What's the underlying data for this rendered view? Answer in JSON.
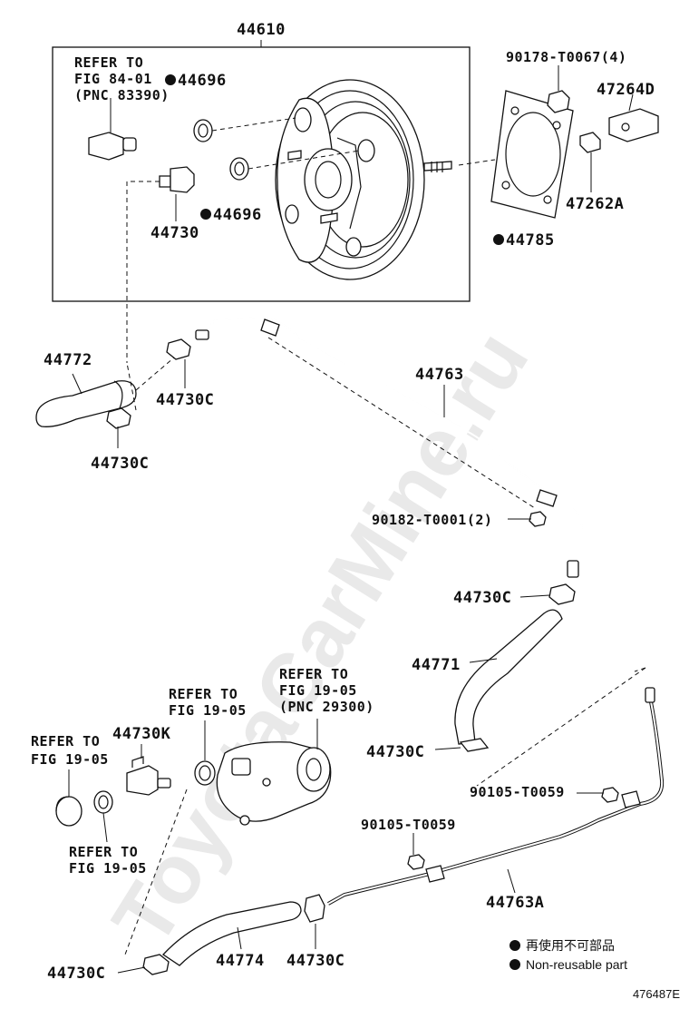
{
  "watermark": "ToyotaCarMine.ru",
  "figure_id": "476487E",
  "legend": {
    "items": [
      {
        "symbol": "filled-dot",
        "text": "再使用不可部品"
      },
      {
        "symbol": "filled-dot",
        "text": "Non-reusable part"
      }
    ]
  },
  "labels": {
    "p44610": "44610",
    "ref_fig8401_l1": "REFER TO",
    "ref_fig8401_l2": "FIG 84-01",
    "ref_fig8401_l3": "(PNC 83390)",
    "p44696_top": "44696",
    "p44696_bottom": "44696",
    "p44730": "44730",
    "p90178": "90178-T0067(4)",
    "p47264D": "47264D",
    "p47262A": "47262A",
    "p44785": "44785",
    "p44772": "44772",
    "p44730C_a": "44730C",
    "p44730C_b": "44730C",
    "p44763": "44763",
    "p90182": "90182-T0001(2)",
    "p44730C_c": "44730C",
    "p44771": "44771",
    "ref_pnc29300_l1": "REFER TO",
    "ref_pnc29300_l2": "FIG 19-05",
    "ref_pnc29300_l3": "(PNC 29300)",
    "ref_fig1905_a_l1": "REFER TO",
    "ref_fig1905_a_l2": "FIG 19-05",
    "p44730K": "44730K",
    "ref_fig1905_b_l1": "REFER TO",
    "ref_fig1905_b_l2": "FIG 19-05",
    "ref_fig1905_c_l1": "REFER TO",
    "ref_fig1905_c_l2": "FIG 19-05",
    "p44730C_d": "44730C",
    "p90105_a": "90105-T0059",
    "p90105_b": "90105-T0059",
    "p44763A": "44763A",
    "p44730C_e": "44730C",
    "p44774": "44774",
    "p44730C_f": "44730C"
  }
}
